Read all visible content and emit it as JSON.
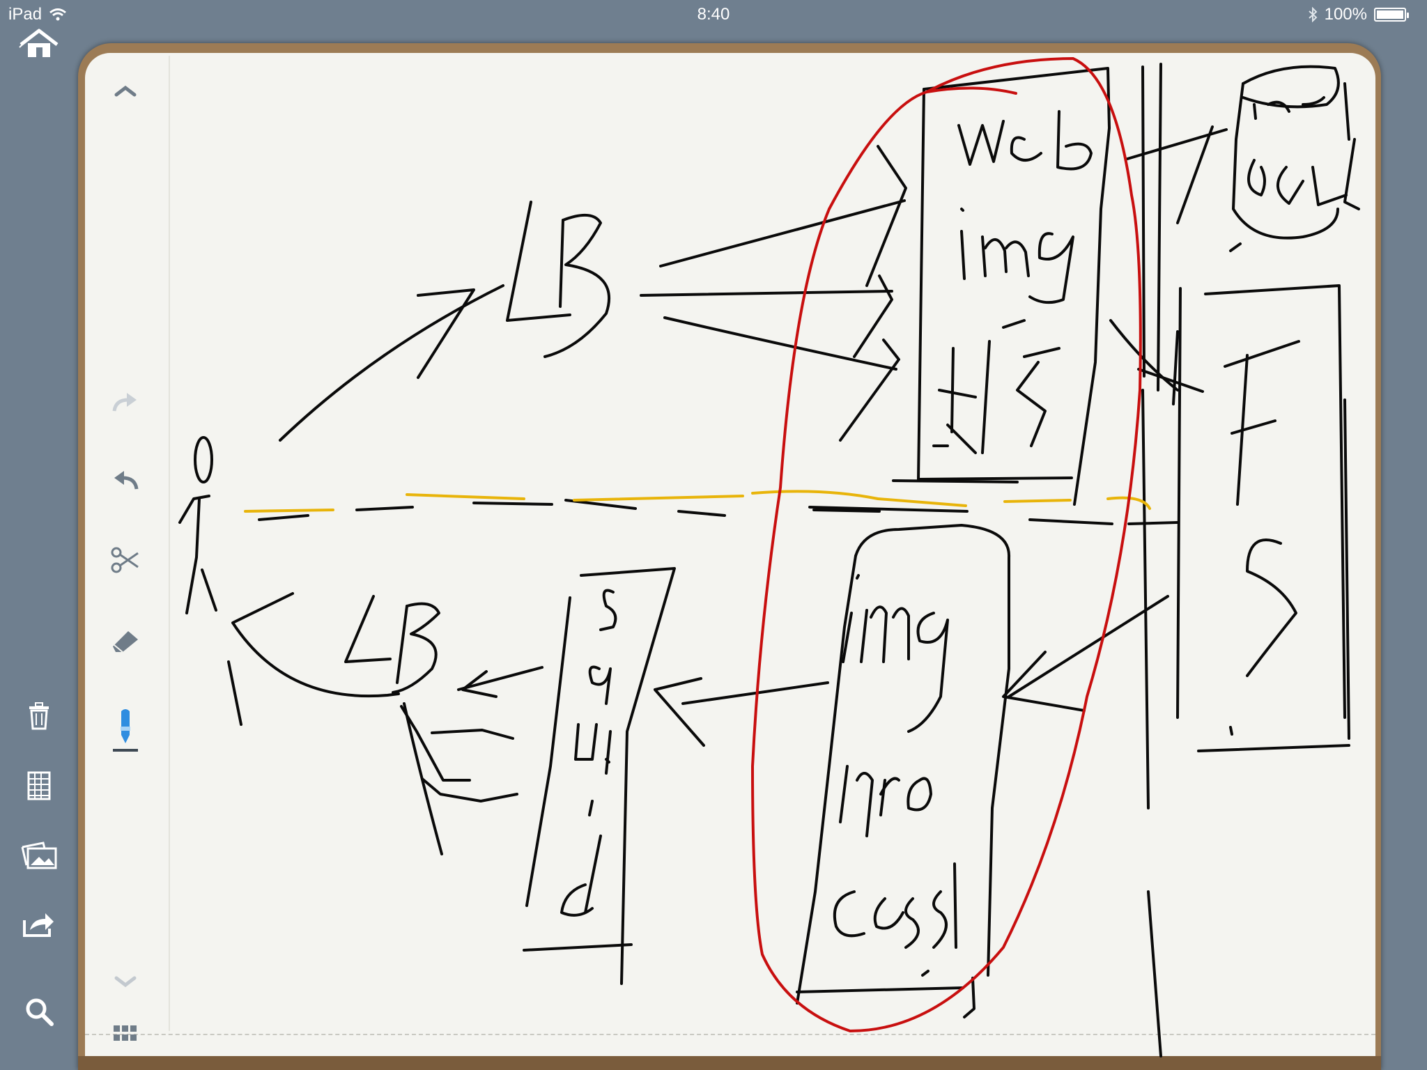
{
  "statusbar": {
    "device": "iPad",
    "time": "8:40",
    "battery": "100%"
  },
  "colors": {
    "ink_black": "#0a0a0a",
    "ink_red": "#c80f0f",
    "ink_yellow": "#e8b40a",
    "pen_blue": "#2f8de0"
  },
  "icons": {
    "home": "home-icon",
    "scroll_up": "chevron-up-icon",
    "redo": "redo-icon",
    "undo": "undo-icon",
    "cut": "scissors-icon",
    "eraser": "eraser-icon",
    "pen": "pen-icon",
    "trash": "trash-icon",
    "paper": "grid-paper-icon",
    "photos": "photos-icon",
    "share": "share-icon",
    "scroll_down": "chevron-down-icon",
    "search": "search-icon",
    "pages": "pages-grid-icon"
  }
}
